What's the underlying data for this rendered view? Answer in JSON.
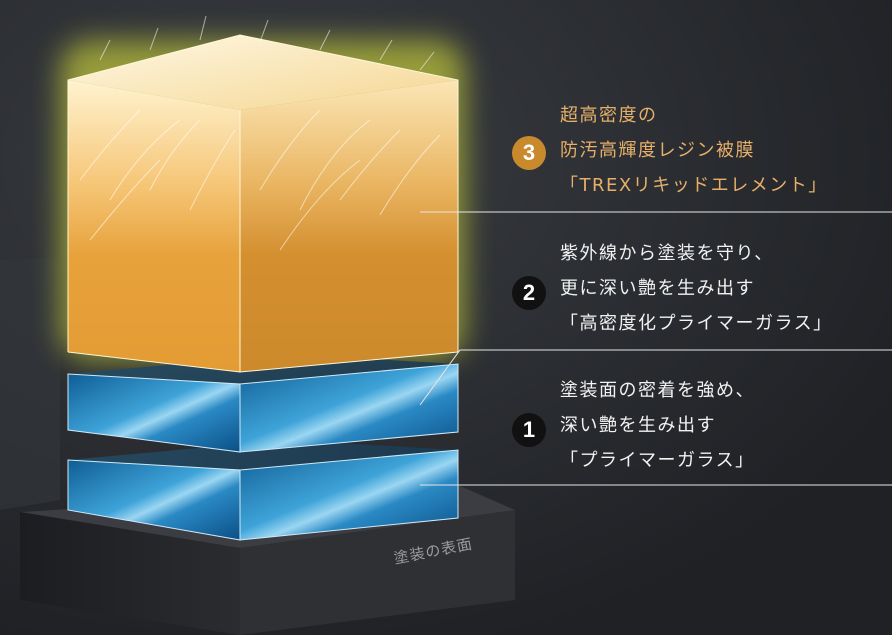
{
  "callouts": [
    {
      "number": "3",
      "lines": [
        "超高密度の",
        "防汚高輝度レジン被膜",
        "「TREXリキッドエレメント」"
      ],
      "color": "#e7b06a"
    },
    {
      "number": "2",
      "lines": [
        "紫外線から塗装を守り、",
        "更に深い艶を生み出す",
        "「高密度化プライマーガラス」"
      ],
      "color": "#f2f2f2"
    },
    {
      "number": "1",
      "lines": [
        "塗装面の密着を強め、",
        "深い艶を生み出す",
        "「プライマーガラス」"
      ],
      "color": "#f2f2f2"
    }
  ],
  "surface_label": "塗装の表面",
  "colors": {
    "background": "#2e3136",
    "gold_layer": "#e9a43a",
    "glass_layer": "#1a6fa3",
    "glow": "#e8f03a",
    "base": "#26272b"
  }
}
